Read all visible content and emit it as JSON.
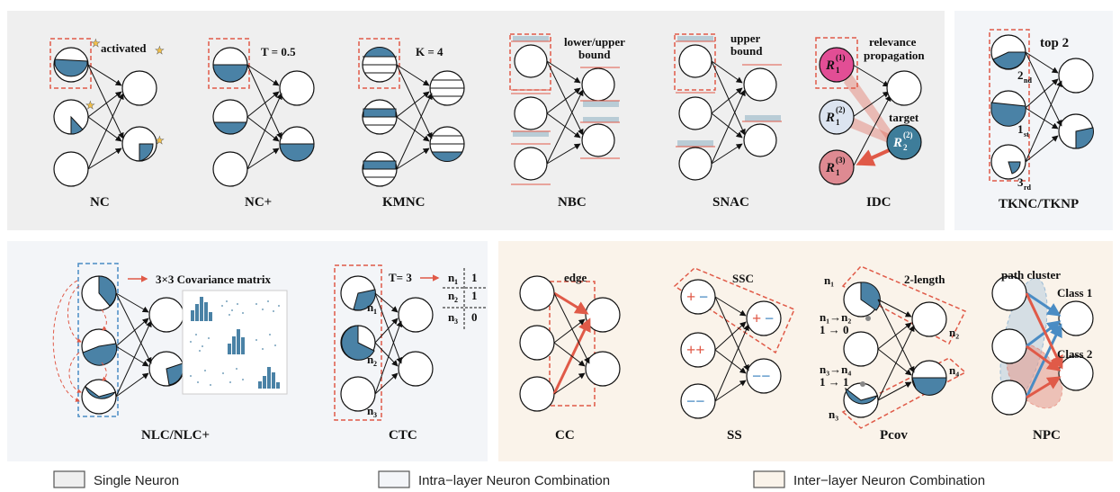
{
  "panels": {
    "nc": {
      "title": "NC",
      "note": "activated"
    },
    "ncplus": {
      "title": "NC+",
      "note": "T = 0.5"
    },
    "kmnc": {
      "title": "KMNC",
      "note": "K = 4"
    },
    "nbc": {
      "title": "NBC",
      "note_line1": "lower/upper",
      "note_line2": "bound"
    },
    "snac": {
      "title": "SNAC",
      "note_line1": "upper",
      "note_line2": "bound"
    },
    "idc": {
      "title": "IDC",
      "note_line1": "relevance",
      "note_line2": "propagation",
      "target": "target",
      "r11": "R",
      "r11_sub": "1",
      "r11_sup": "(1)",
      "r12_sub": "1",
      "r12_sup": "(2)",
      "r13_sub": "1",
      "r13_sup": "(3)",
      "r22_sub": "2",
      "r22_sup": "(2)"
    },
    "tknc": {
      "title": "TKNC/TKNP",
      "note": "top 2",
      "rank2": "2",
      "rank2_sub": "nd",
      "rank1": "1",
      "rank1_sub": "st",
      "rank3": "3",
      "rank3_sub": "rd"
    },
    "nlc": {
      "title": "NLC/NLC+",
      "note": "3×3 Covariance matrix"
    },
    "ctc": {
      "title": "CTC",
      "note": "T= 3",
      "rows": [
        {
          "n": "n",
          "sub": "1",
          "v": "1"
        },
        {
          "n": "n",
          "sub": "2",
          "v": "1"
        },
        {
          "n": "n",
          "sub": "3",
          "v": "0"
        }
      ],
      "n1": "n",
      "n2": "n",
      "n3": "n",
      "s1": "1",
      "s2": "2",
      "s3": "3"
    },
    "cc": {
      "title": "CC",
      "note": "edge"
    },
    "ss": {
      "title": "SS",
      "note": "SSC"
    },
    "pcov": {
      "title": "Pcov",
      "note": "2-length",
      "rule1a": "n₁→n₂",
      "rule1b": "1 → 0",
      "rule2a": "n₃→n₄",
      "rule2b": "1 → 1",
      "n1": "n₁",
      "n2": "n₂",
      "n3": "n₃",
      "n4": "n₄"
    },
    "npc": {
      "title": "NPC",
      "note": "path cluster",
      "class1": "Class 1",
      "class2": "Class 2"
    }
  },
  "legend": [
    {
      "label": "Single Neuron",
      "color": "#efefef"
    },
    {
      "label": "Intra−layer Neuron Combination",
      "color": "#f3f5f8"
    },
    {
      "label": "Inter−layer Neuron Combination",
      "color": "#faf3ea"
    }
  ],
  "colors": {
    "fill": "#4a82a6",
    "dashed": "#e05a48",
    "blue_dash": "#4a8cc4",
    "arrow_red": "#e05a48",
    "band": "#b9ccd6"
  }
}
